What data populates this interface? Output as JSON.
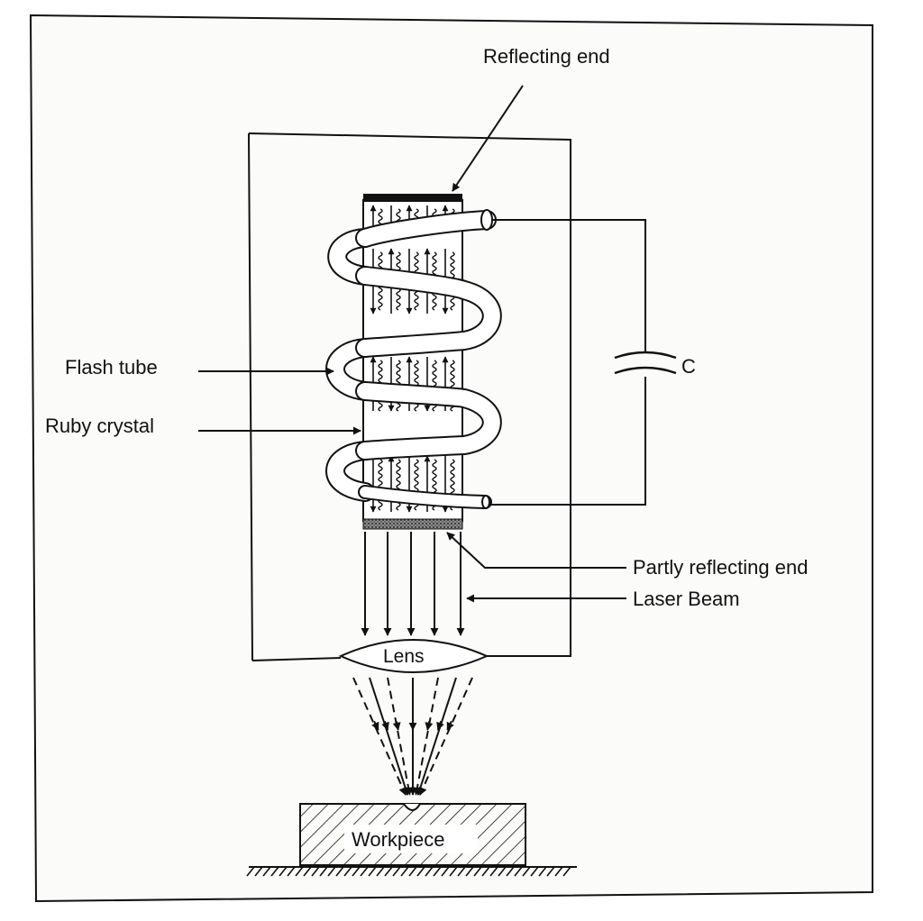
{
  "diagram": {
    "labels": {
      "reflecting_end": "Reflecting end",
      "flash_tube": "Flash tube",
      "ruby_crystal": "Ruby crystal",
      "capacitor": "C",
      "partly_reflecting_end": "Partly reflecting end",
      "laser_beam": "Laser Beam",
      "lens": "Lens",
      "workpiece": "Workpiece"
    },
    "colors": {
      "ink": "#111111",
      "paper": "#ffffff",
      "frame_background": "#f4f4f2"
    }
  }
}
